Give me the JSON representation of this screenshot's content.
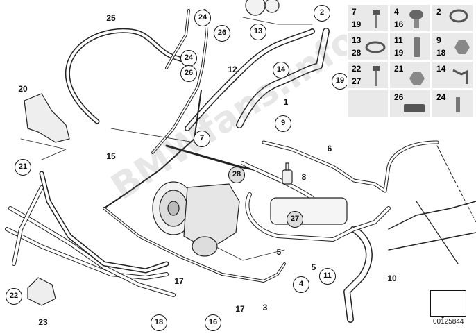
{
  "diagram": {
    "ref_number": "00125844",
    "watermark_text": "BMWfans.info"
  },
  "labels": {
    "l25": "25",
    "l20": "20",
    "l15": "15",
    "l12": "12",
    "l1": "1",
    "l6": "6",
    "l8": "8",
    "l3": "3",
    "l10": "10",
    "l5a": "5",
    "l5b": "5",
    "l17a": "17",
    "l17b": "17",
    "l23": "23"
  },
  "callouts": {
    "c24a": "24",
    "c26a": "26",
    "c24b": "24",
    "c26b": "26",
    "c13": "13",
    "c2": "2",
    "c14": "14",
    "c19": "19",
    "c7": "7",
    "c9": "9",
    "c28": "28",
    "c27": "27",
    "c21": "21",
    "c22": "22",
    "c18": "18",
    "c16": "16",
    "c4": "4",
    "c11": "11"
  },
  "legend": {
    "cells": [
      {
        "n1": "7",
        "n2": "19"
      },
      {
        "n1": "4",
        "n2": "16"
      },
      {
        "n1": "2",
        "n2": ""
      },
      {
        "n1": "13",
        "n2": "28"
      },
      {
        "n1": "11",
        "n2": "19"
      },
      {
        "n1": "9",
        "n2": "18"
      },
      {
        "n1": "22",
        "n2": "27"
      },
      {
        "n1": "21",
        "n2": ""
      },
      {
        "n1": "14",
        "n2": ""
      },
      {
        "n1": "",
        "n2": ""
      },
      {
        "n1": "26",
        "n2": ""
      },
      {
        "n1": "24",
        "n2": ""
      }
    ]
  }
}
